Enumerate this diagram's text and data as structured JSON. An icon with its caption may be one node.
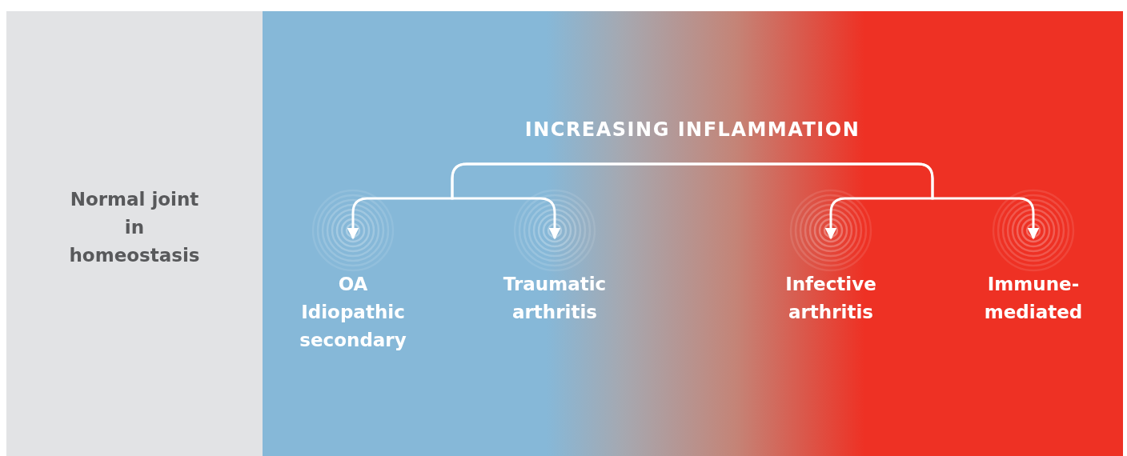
{
  "diagram": {
    "nodes": [
      {
        "text": [
          "Normal joint in homeostasis"
        ]
      },
      {
        "text": [
          "INCREASING INFLAMMATION"
        ]
      },
      {
        "text": [
          "OA Idiopathic secondary"
        ]
      },
      {
        "text": [
          "Traumatic arthritis"
        ]
      },
      {
        "text": [
          "Infective arthritis"
        ]
      },
      {
        "text": [
          "Immune-mediated"
        ]
      }
    ],
    "edges": [
      {
        "from": 1,
        "to": 2,
        "arrow": "to"
      },
      {
        "from": 1,
        "to": 3,
        "arrow": "to"
      },
      {
        "from": 1,
        "to": 4,
        "arrow": "to"
      },
      {
        "from": 1,
        "to": 5,
        "arrow": "to"
      }
    ]
  }
}
